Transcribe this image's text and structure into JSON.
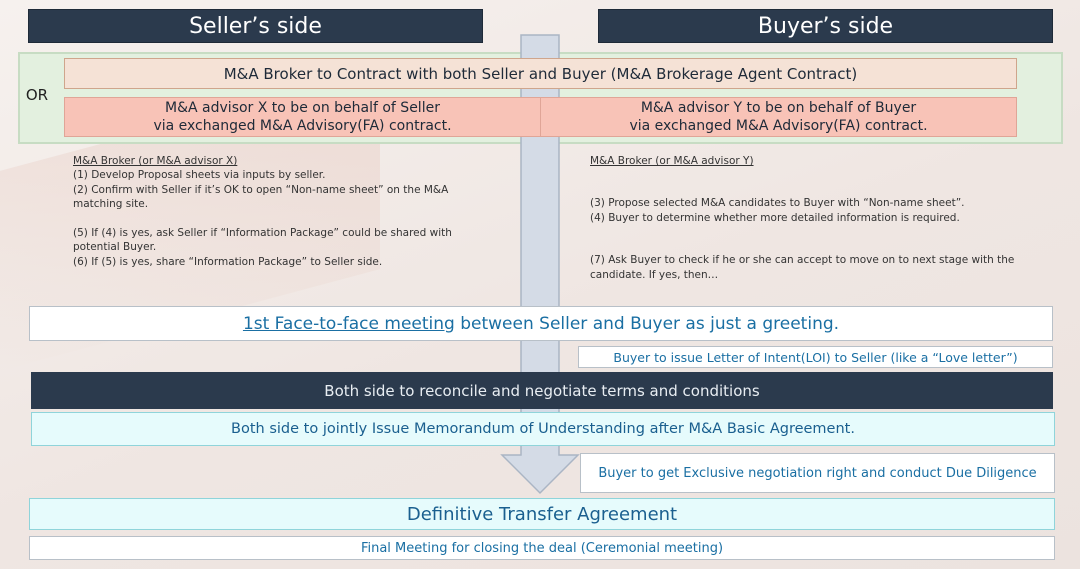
{
  "headers": {
    "seller": "Seller’s side",
    "buyer": "Buyer’s side"
  },
  "or_label": "OR",
  "broker_contract": "M&A Broker to Contract with both Seller and Buyer (M&A Brokerage Agent Contract)",
  "advisor_x": {
    "line1": "M&A advisor X to be on behalf of Seller",
    "line2": "via exchanged  M&A Advisory(FA) contract."
  },
  "advisor_y": {
    "line1": "M&A advisor Y to be on behalf of Buyer",
    "line2": "via exchanged  M&A Advisory(FA) contract."
  },
  "seller_notes": {
    "heading": "M&A Broker (or M&A advisor X)",
    "lines": [
      "(1) Develop Proposal sheets via inputs by seller.",
      "(2) Confirm with Seller if it’s OK to open “Non-name sheet” on the M&A matching site.",
      "(5) If (4) is yes,  ask Seller if “Information Package” could be shared with potential Buyer.",
      "(6) If (5) is yes, share “Information Package” to Seller side."
    ]
  },
  "buyer_notes": {
    "heading": "M&A Broker (or M&A advisor Y)",
    "lines": [
      "(3) Propose selected M&A candidates to Buyer with “Non-name sheet”.",
      "(4) Buyer to determine whether more detailed information is required.",
      "(7) Ask Buyer to check if he or she can accept to move on to next stage with the candidate. If yes, then…"
    ]
  },
  "meeting": {
    "link_text": "1st Face-to-face meeting",
    "rest_text": " between Seller and Buyer as just a greeting."
  },
  "loi": "Buyer to issue Letter of Intent(LOI) to Seller (like a “Love letter”)",
  "negotiate": "Both side to reconcile and negotiate terms and conditions",
  "mou": "Both side to jointly Issue Memorandum of Understanding after M&A Basic Agreement.",
  "due_diligence": "Buyer to get Exclusive negotiation right and conduct Due Diligence",
  "definitive": "Definitive Transfer Agreement",
  "final_meeting": "Final Meeting for closing the deal (Ceremonial meeting)",
  "colors": {
    "navy": "#2b3a4d",
    "salmon": "#f8c3b7",
    "green_band": "#e3f0df",
    "cyan": "#e6fbfc",
    "blue_text": "#1a6fa3"
  }
}
